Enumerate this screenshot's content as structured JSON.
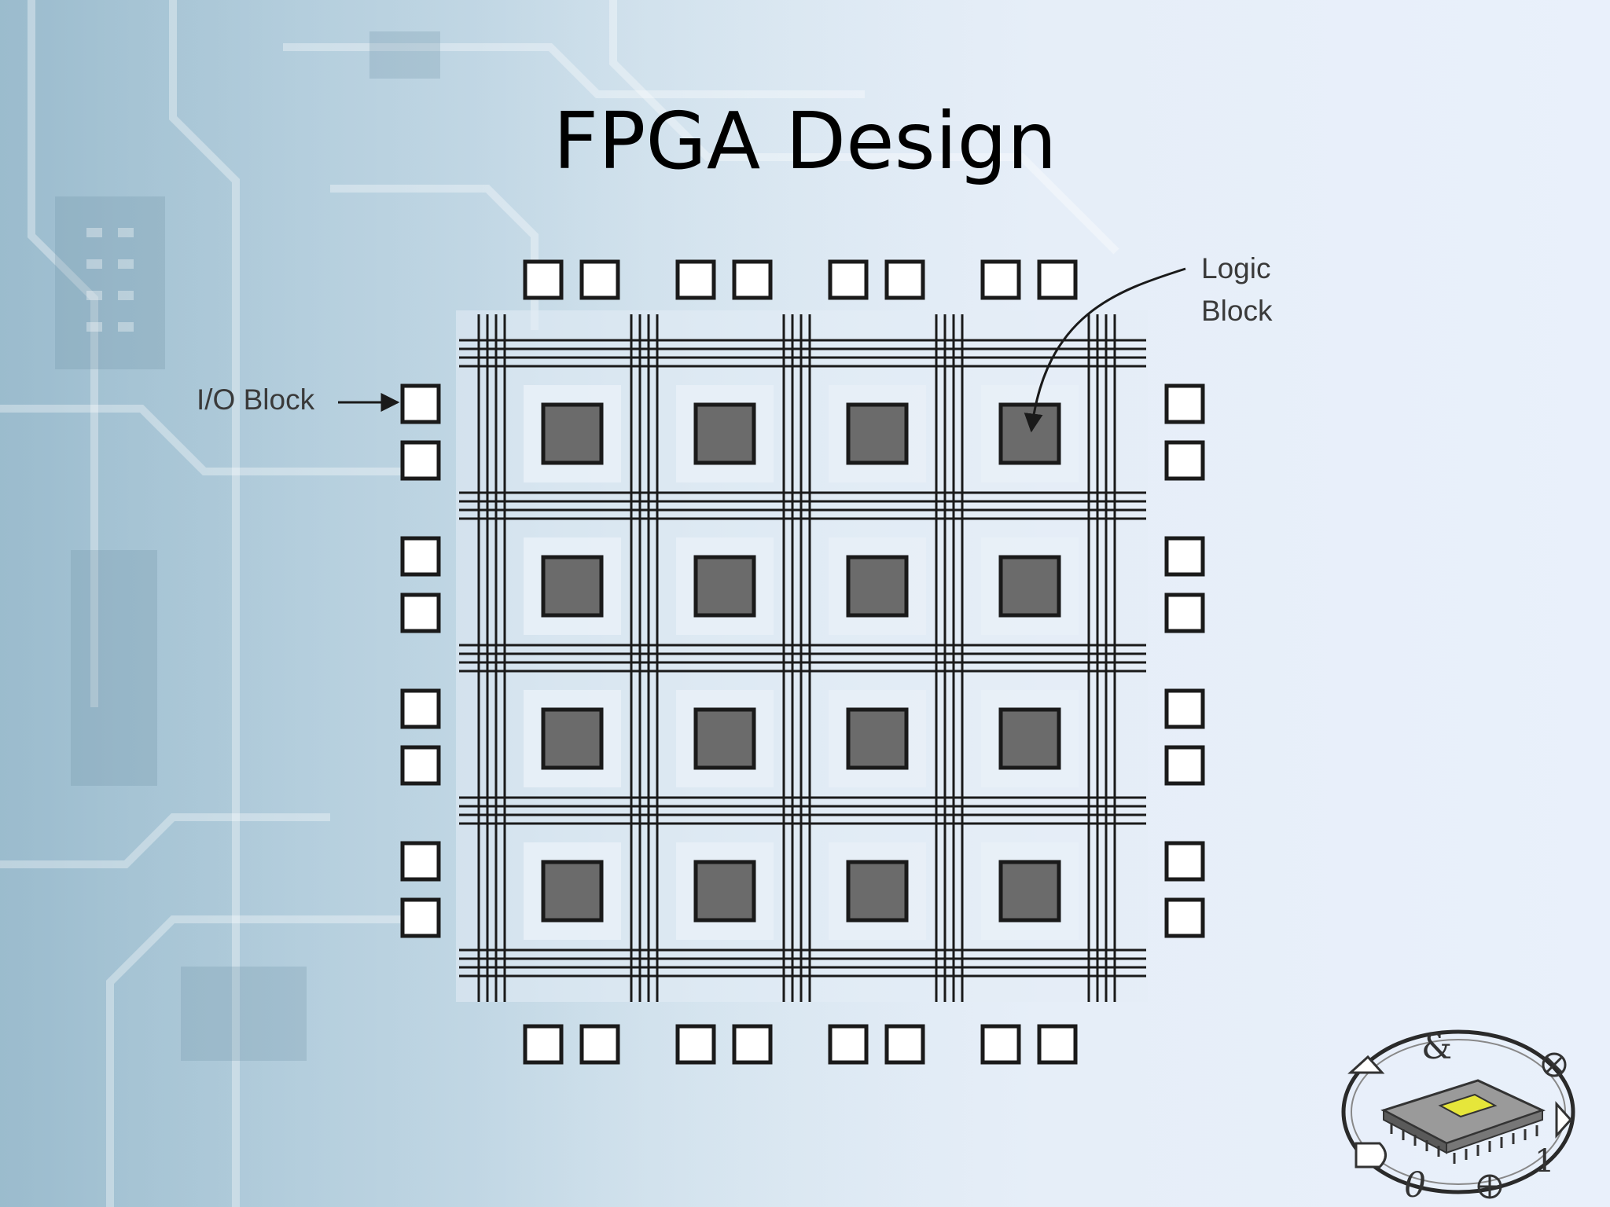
{
  "slide": {
    "title": "FPGA Design"
  },
  "diagram": {
    "labels": {
      "io_block": "I/O Block",
      "logic_block_line1": "Logic",
      "logic_block_line2": "Block"
    },
    "logic_block_grid": {
      "rows": 4,
      "cols": 4
    },
    "io_blocks": {
      "top_pairs": 4,
      "bottom_pairs": 4,
      "left_pairs": 4,
      "right_pairs": 4
    }
  },
  "logo": {
    "glyphs": [
      "&",
      "0",
      "1"
    ]
  },
  "colors": {
    "logic_block_fill": "#6b6b6b",
    "wire": "#1a1a1a",
    "chip_accent": "#e6e63a"
  }
}
